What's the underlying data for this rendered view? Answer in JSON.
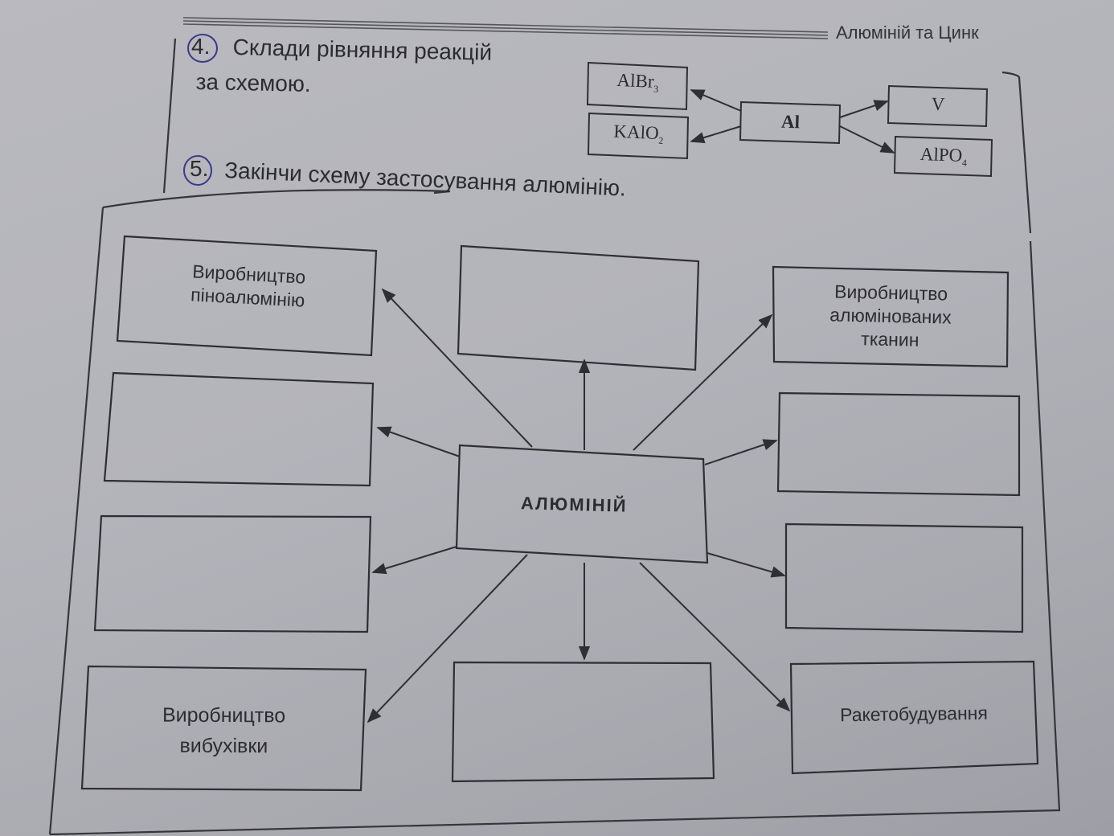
{
  "header": {
    "title": "Алюміній та Цинк"
  },
  "task4": {
    "number": "4.",
    "title_line1": "Склади рівняння реакцій",
    "title_line2": "за схемою.",
    "scheme": {
      "center": "Al",
      "left_top": {
        "base": "AlBr",
        "sub": "3"
      },
      "left_bottom": {
        "base": "KAlO",
        "sub": "2"
      },
      "right_top": {
        "base": "V",
        "sub": ""
      },
      "right_bottom": {
        "base": "AlPO",
        "sub": "4"
      }
    }
  },
  "task5": {
    "number": "5.",
    "title": "Закінчи схему застосування алюмінію.",
    "center": "АЛЮМІНІЙ",
    "boxes": {
      "top_left": "Виробництво пінoалюмінію",
      "top_left_l1": "Виробництво",
      "top_left_l2": "піноалюмінію",
      "top_center": "",
      "top_right_l1": "Виробництво",
      "top_right_l2": "алюмінованих",
      "top_right_l3": "тканин",
      "mid_left_upper": "",
      "mid_right_upper": "",
      "mid_left_lower": "",
      "mid_right_lower": "",
      "bottom_left_l1": "Виробництво",
      "bottom_left_l2": "вибухівки",
      "bottom_center": "",
      "bottom_right": "Ракетобудування"
    }
  }
}
